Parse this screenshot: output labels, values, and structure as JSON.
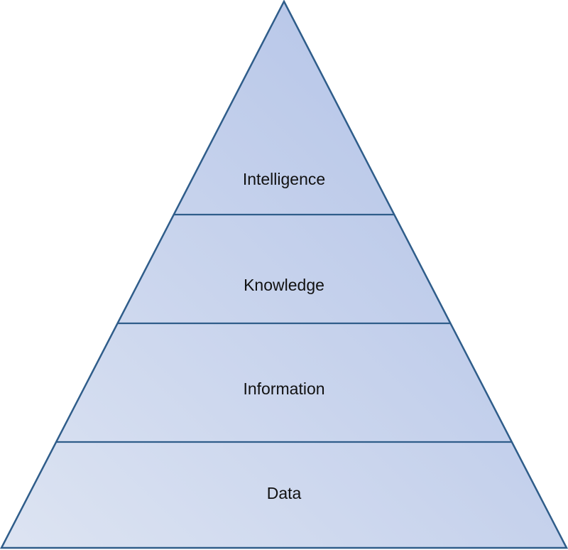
{
  "pyramid": {
    "tiers": [
      {
        "label": "Intelligence"
      },
      {
        "label": "Knowledge"
      },
      {
        "label": "Information"
      },
      {
        "label": "Data"
      }
    ],
    "colors": {
      "fill_light": "#dde4f2",
      "fill_dark": "#aebfe6",
      "outline": "#2f5d8a",
      "text": "#111111"
    }
  }
}
